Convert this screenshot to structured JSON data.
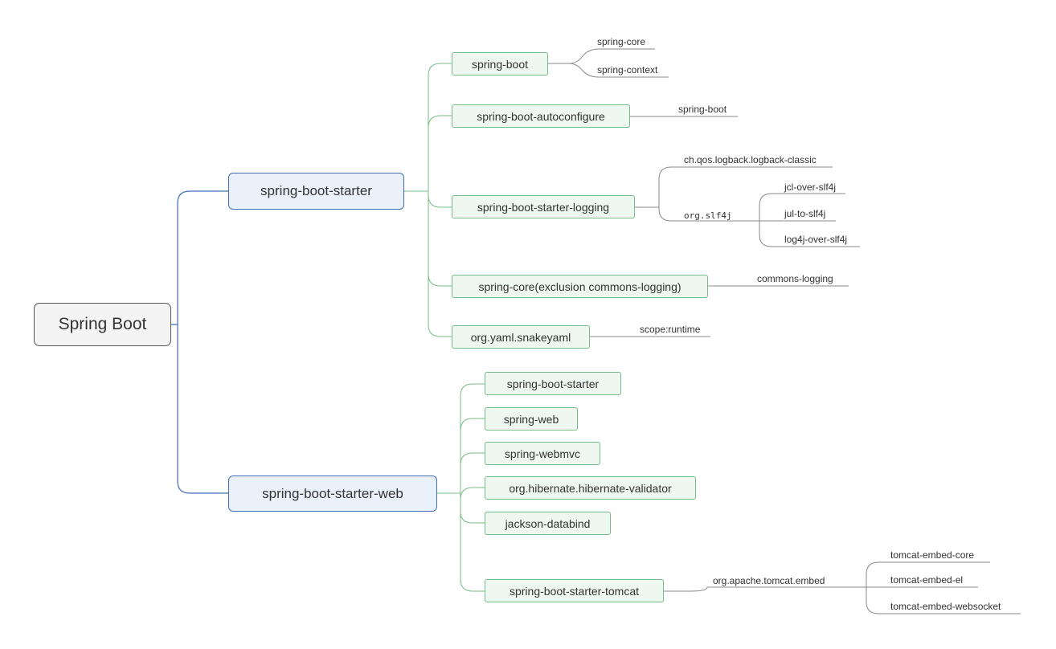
{
  "root": "Spring Boot",
  "starter": {
    "label": "spring-boot-starter",
    "children": [
      {
        "label": "spring-boot",
        "leaves": [
          "spring-core",
          "spring-context"
        ]
      },
      {
        "label": "spring-boot-autoconfigure",
        "leaves": [
          "spring-boot"
        ]
      },
      {
        "label": "spring-boot-starter-logging",
        "leaves": [
          "ch.qos.logback.logback-classic",
          "org.slf4j"
        ],
        "slf4j_children": [
          "jcl-over-slf4j",
          "jul-to-slf4j",
          "log4j-over-slf4j"
        ]
      },
      {
        "label": "spring-core(exclusion commons-logging)",
        "leaves": [
          "commons-logging"
        ]
      },
      {
        "label": "org.yaml.snakeyaml",
        "leaves": [
          "scope:runtime"
        ]
      }
    ]
  },
  "web": {
    "label": "spring-boot-starter-web",
    "children": [
      {
        "label": "spring-boot-starter"
      },
      {
        "label": "spring-web"
      },
      {
        "label": "spring-webmvc"
      },
      {
        "label": "org.hibernate.hibernate-validator"
      },
      {
        "label": "jackson-databind"
      },
      {
        "label": "spring-boot-starter-tomcat",
        "leaves": [
          "org.apache.tomcat.embed"
        ],
        "embed_children": [
          "tomcat-embed-core",
          "tomcat-embed-el",
          "tomcat-embed-websocket"
        ]
      }
    ]
  },
  "colors": {
    "root_border": "#555555",
    "blue_border": "#3f6eb5",
    "blue_fill": "#eaf1fb",
    "green_border": "#77bb86",
    "green_fill": "#eef7f0",
    "leaf_line": "#888888"
  }
}
